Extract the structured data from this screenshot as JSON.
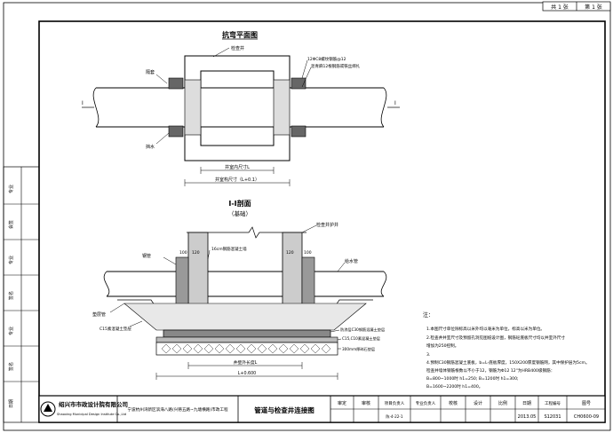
{
  "sheet": {
    "sheet_total": "共 1 张",
    "sheet_no": "第 1 张"
  },
  "plan": {
    "title": "抗弯平面图",
    "labels": {
      "well_body": "检查井",
      "rebar_note_1": "12ΦC8螺纹钢筋@12",
      "rebar_note_2": "沥青麻12根钢筋或铁丝绑扎",
      "left_label": "隔套",
      "bottom_left_label": "挡水",
      "section_mark": "I",
      "dim_inner": "井室内尺寸L",
      "dim_outer": "井室构尺寸（L+0.1）"
    }
  },
  "section": {
    "title": "I-I剖面",
    "subtitle": "（基础）",
    "labels": {
      "wall_label": "检查井护井",
      "left_pipe_label": "钢管",
      "rebar_label": "16cm钢筋混凝土墙",
      "right_pipe_label": "给水管",
      "left_bottom": "垫层管",
      "cushion_note": "C15素混凝土垫层",
      "layer_1": "防渗层C30钢筋混凝土垫层",
      "layer_2": "C15,C10素混凝土垫层",
      "layer_3": "300mm厚碎石垫层",
      "dim_a": "井壁外长度L",
      "dim_b": "L+0.600",
      "dim_small_1": "100",
      "dim_small_2": "120",
      "dim_small_3": "120",
      "dim_small_4": "100"
    }
  },
  "notes": {
    "heading": "注：",
    "items": [
      "1.本图尺寸单位除标高以米外均以毫米为单位，标高以米为单位。",
      "2.检查井井室尺寸及预留孔洞见图纸设计图，钢筋砼底板尺寸均以井室外尺寸",
      "  增加为250控制。",
      "3.",
      "4.预制C30钢筋混凝土底板，b=L-底板厚度，150X200厚度钢筋网，其中保护层为5cm。",
      "  检查井墙体钢筋根数以不小于12，钢筋为Φ12 12\"为HRB400级钢筋：",
      "  B=800~1000时 h1=250; B=1200时 h1=300;",
      "  B=1600~2200时 h1=400。"
    ]
  },
  "title_block": {
    "company_cn": "绍兴市市政设计院有限公司",
    "company_en": "Shaoxing Municipal Design Institute Co.,Ltd",
    "project": "宁波杭州湾新区滨海八路(兴慈五路~九塘横路)市政工程",
    "drawing_title": "管道与检查井连接图",
    "headers": [
      "审定",
      "审核",
      "项目负责人",
      "专业负责人",
      "校核",
      "设计",
      "比例",
      "日期",
      "工程编号",
      "图号"
    ],
    "signature_placeholder": "陈·4-22-1",
    "date": "2013.05",
    "project_no": "S12031",
    "drawing_no": "CH0600-09"
  },
  "left_strip": {
    "labels": [
      "专业",
      "会签",
      "专业",
      "签名",
      "专业",
      "签名",
      "日期"
    ]
  }
}
